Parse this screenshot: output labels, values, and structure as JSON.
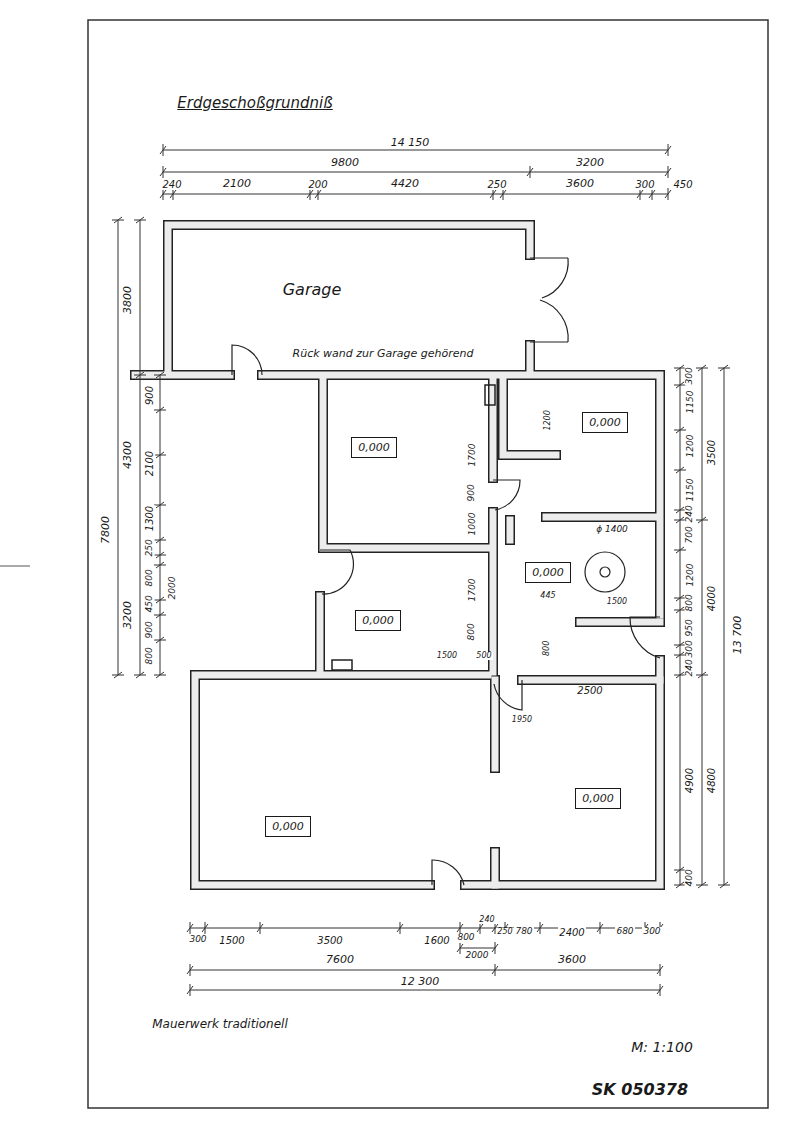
{
  "diagram": {
    "title": "Erdgeschoßgrundniß",
    "caption": "Mauerwerk traditionell",
    "nodes": [
      {
        "text": [
          "0,000"
        ]
      },
      {
        "text": [
          "0,000"
        ]
      },
      {
        "text": [
          "0,000"
        ]
      },
      {
        "text": [
          "0,000"
        ]
      },
      {
        "text": [
          "0,000"
        ]
      },
      {
        "text": [
          "0,000"
        ]
      }
    ],
    "labels": [
      "14 150",
      "9800",
      "3200",
      "240",
      "2100",
      "200",
      "4420",
      "250",
      "3600",
      "300",
      "450",
      "3800",
      "900",
      "4300",
      "2100",
      "7800",
      "1300",
      "250",
      "800",
      "2000",
      "3200",
      "450",
      "900",
      "800",
      "300",
      "1150",
      "1200",
      "3500",
      "1150",
      "240",
      "700",
      "1200",
      "4000",
      "800",
      "950",
      "300",
      "240",
      "13 700",
      "4900",
      "4800",
      "400",
      "300",
      "1500",
      "3500",
      "1600",
      "800",
      "240",
      "250",
      "780",
      "2400",
      "680",
      "300",
      "7600",
      "2000",
      "3600",
      "12 300",
      "1700",
      "900",
      "1000",
      "1700",
      "800",
      "1500",
      "500",
      "1200",
      "ϕ 1400",
      "445",
      "1500",
      "800",
      "2500",
      "1950",
      "Rück wand zur Garage gehörend",
      "Garage",
      "M: 1:100",
      "SK 050378"
    ]
  }
}
